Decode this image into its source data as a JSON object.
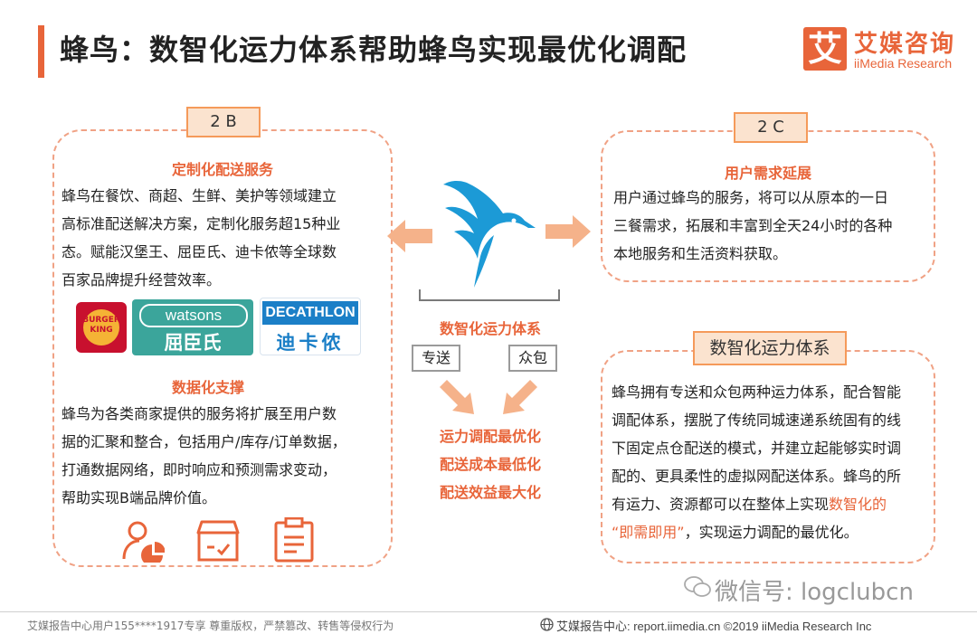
{
  "header": {
    "title": "蜂鸟：数智化运力体系帮助蜂鸟实现最优化调配",
    "logo_char": "艾",
    "logo_cn": "艾媒咨询",
    "logo_en": "iiMedia Research"
  },
  "left_panel": {
    "tag": "2 B",
    "section1_title": "定制化配送服务",
    "section1_lines": [
      "蜂鸟在餐饮、商超、生鲜、美护等领域建立",
      "高标准配送解决方案，定制化服务超15种业",
      "态。赋能汉堡王、屈臣氏、迪卡侬等全球数",
      "百家品牌提升经营效率。"
    ],
    "brands": {
      "bk_top": "BURGER",
      "bk_bottom": "KING",
      "watsons_en": "watsons",
      "watsons_cn": "屈臣氏",
      "decathlon_en": "DECATHLON",
      "decathlon_cn": "迪卡侬"
    },
    "section2_title": "数据化支撑",
    "section2_lines": [
      "蜂鸟为各类商家提供的服务将扩展至用户数",
      "据的汇聚和整合，包括用户/库存/订单数据，",
      "打通数据网络，即时响应和预测需求变动，",
      "帮助实现B端品牌价值。"
    ]
  },
  "right_top_panel": {
    "tag": "2 C",
    "title": "用户需求延展",
    "lines": [
      "用户通过蜂鸟的服务，将可以从原本的一日",
      "三餐需求，拓展和丰富到全天24小时的各种",
      "本地服务和生活资料获取。"
    ]
  },
  "right_bottom_panel": {
    "tag": "数智化运力体系",
    "lines": [
      "蜂鸟拥有专送和众包两种运力体系，配合智能",
      "调配体系，摆脱了传统同城速递系统固有的线",
      "下固定点仓配送的模式，并建立起能够实时调",
      "配的、更具柔性的虚拟网配送体系。蜂鸟的所"
    ],
    "line5_prefix": "有运力、资源都可以在整体上实现",
    "line5_highlight": "数智化的",
    "line6_highlight": "“即需即用”",
    "line6_suffix": "，实现运力调配的最优化。"
  },
  "center": {
    "system_label": "数智化运力体系",
    "box_left": "专送",
    "box_right": "众包",
    "results": [
      "运力调配最优化",
      "配送成本最低化",
      "配送效益最大化"
    ]
  },
  "watermark": "微信号: logclubcn",
  "footer": {
    "left": "艾媒报告中心用户155****1917专享 尊重版权，严禁篡改、转售等侵权行为",
    "right": "艾媒报告中心: report.iimedia.cn   ©2019  iiMedia Research  Inc"
  },
  "colors": {
    "accent": "#e8653a",
    "tag_fill": "#fbe3cf",
    "bird_blue": "#1c9ad6",
    "arrow_orange": "#f5b28a"
  }
}
